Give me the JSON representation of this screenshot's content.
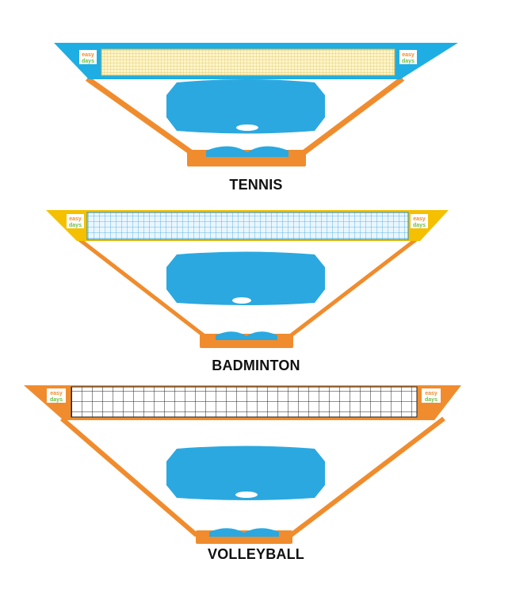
{
  "colors": {
    "orange": "#F08C2D",
    "blue": "#1EAEE3",
    "yellow": "#F5C000",
    "bag_blue": "#2BA8E0",
    "logo_green": "#6BBE45"
  },
  "nets": [
    {
      "id": "tennis",
      "caption": "TENNIS",
      "logo_line1": "easy",
      "logo_line2": "days"
    },
    {
      "id": "badminton",
      "caption": "BADMINTON",
      "logo_line1": "easy",
      "logo_line2": "days"
    },
    {
      "id": "volleyball",
      "caption": "VOLLEYBALL",
      "logo_line1": "easy",
      "logo_line2": "days"
    }
  ]
}
